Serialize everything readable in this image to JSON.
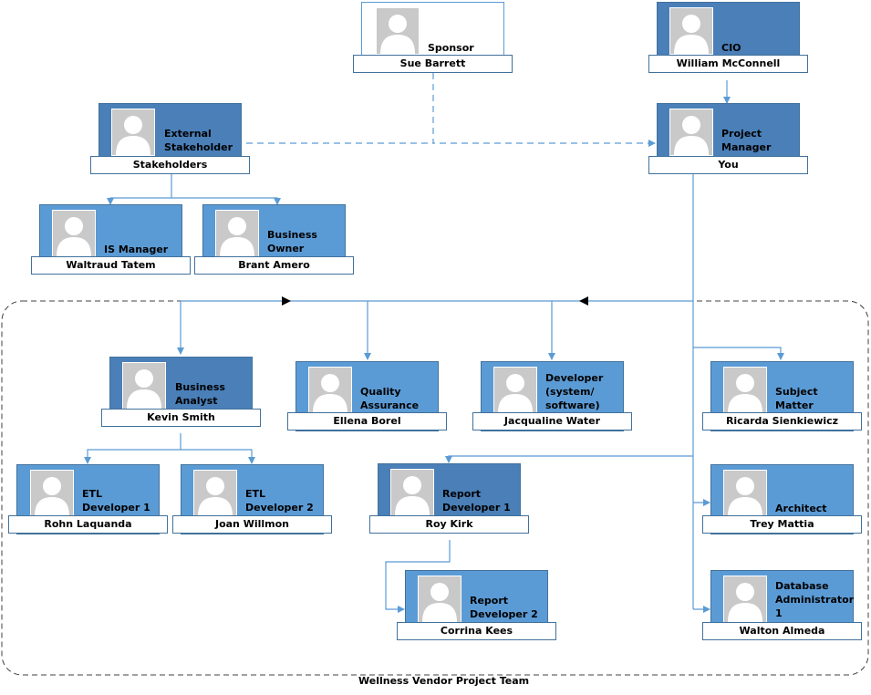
{
  "colors": {
    "card_light": "#5b9bd5",
    "card_dark": "#4a7fb8",
    "line": "#5b9bd5",
    "border": "#41719c"
  },
  "team_label": "Wellness Vendor Project Team",
  "nodes": {
    "sponsor": {
      "role": "Sponsor",
      "name": "Sue Barrett"
    },
    "cio": {
      "role": "CIO",
      "name": "William McConnell"
    },
    "external": {
      "role": "External Stakeholder",
      "name": "Stakeholders"
    },
    "pm": {
      "role": "Project Manager",
      "name": "You"
    },
    "is_manager": {
      "role": "IS Manager",
      "name": "Waltraud Tatem"
    },
    "business_owner": {
      "role": "Business Owner",
      "name": "Brant Amero"
    },
    "business_analyst": {
      "role": "Business Analyst",
      "name": "Kevin Smith"
    },
    "qa": {
      "role": "Quality Assurance",
      "name": "Ellena Borel"
    },
    "developer": {
      "role": "Developer (system/ software)",
      "name": "Jacqualine Water"
    },
    "sme": {
      "role": "Subject Matter Expert",
      "name": "Ricarda Sienkiewicz"
    },
    "etl1": {
      "role": "ETL Developer 1",
      "name": "Rohn Laquanda"
    },
    "etl2": {
      "role": "ETL Developer 2",
      "name": "Joan Willmon"
    },
    "report1": {
      "role": "Report Developer 1",
      "name": "Roy Kirk"
    },
    "architect": {
      "role": "Architect",
      "name": "Trey Mattia"
    },
    "report2": {
      "role": "Report Developer 2",
      "name": "Corrina Kees"
    },
    "dba": {
      "role": "Database Administrator 1",
      "name": "Walton Almeda"
    }
  }
}
